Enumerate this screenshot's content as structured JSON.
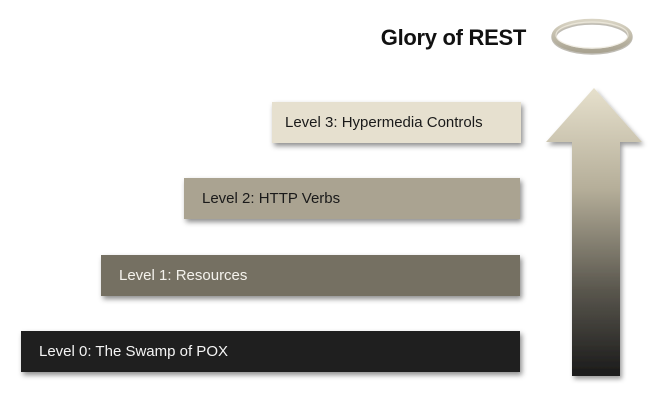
{
  "title": "Glory of REST",
  "levels": [
    {
      "label": "Level 0: The Swamp of POX",
      "color": "#1f1f1f"
    },
    {
      "label": "Level 1: Resources",
      "color": "#757062"
    },
    {
      "label": "Level 2: HTTP Verbs",
      "color": "#aaa391"
    },
    {
      "label": "Level 3: Hypermedia Controls",
      "color": "#e6e0cf"
    }
  ],
  "icons": {
    "halo": "halo-icon",
    "arrow": "up-arrow-icon"
  }
}
